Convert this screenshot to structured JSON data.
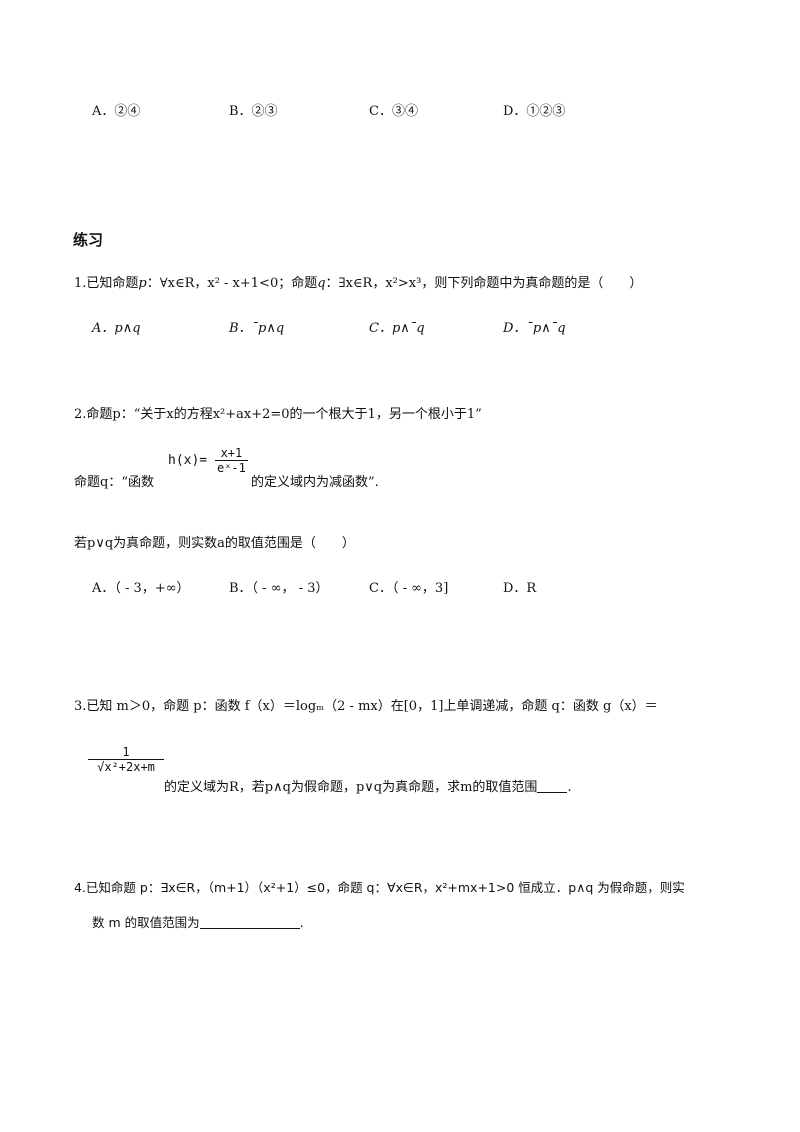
{
  "top_options": {
    "a": "A．②④",
    "b": "B．②③",
    "c": "C．③④",
    "d": "D．①②③"
  },
  "section_title": "练习",
  "q1": {
    "number": "1.",
    "stem_a": "已知命题",
    "p": "p",
    "stem_b": "：∀",
    "stem_c": "x∈R，",
    "stem_d": "x² - x+1<0；命题",
    "q": "q",
    "stem_e": "：∃x∈R，x²>x³，则下列命题中为真命题的是（　　）",
    "options": [
      "A．p∧q",
      "B．¯p∧q",
      "C．p∧¯q",
      "D．¯p∧¯q"
    ]
  },
  "q2": {
    "line1": "2.命题p：“关于x的方程x²+ax+2=0的一个根大于1，另一个根小于1”",
    "line2_a": "命题q：“函数",
    "func_lhs": "h(x)=",
    "func_num": "x+1",
    "func_den": "eˣ-1",
    "line2_b": "的定义域内为减函数”.",
    "line3": "若p∨q为真命题，则实数a的取值范围是（　　）",
    "options": [
      "A．（ - 3，+∞）",
      "B．（ - ∞， - 3）",
      "C．（ - ∞，3]",
      "D．R"
    ]
  },
  "q3": {
    "line1": "3.已知 m＞0，命题 p：函数 f（x）＝logₘ（2 - mx）在[0，1]上单调递减，命题 q：函数 g（x）＝",
    "frac_num": "1",
    "frac_den": "√x²+2x+m",
    "line2": "的定义域为R，若p∧q为假命题，p∨q为真命题，求m的取值范围",
    "end": "."
  },
  "q4": {
    "line1": "4.已知命题 p：∃x∈R，（m+1）（x²+1）≤0，命题 q：∀x∈R，x²+mx+1>0 恒成立．p∧q 为假命题，则实",
    "line2": "数 m 的取值范围为",
    "end": "."
  }
}
